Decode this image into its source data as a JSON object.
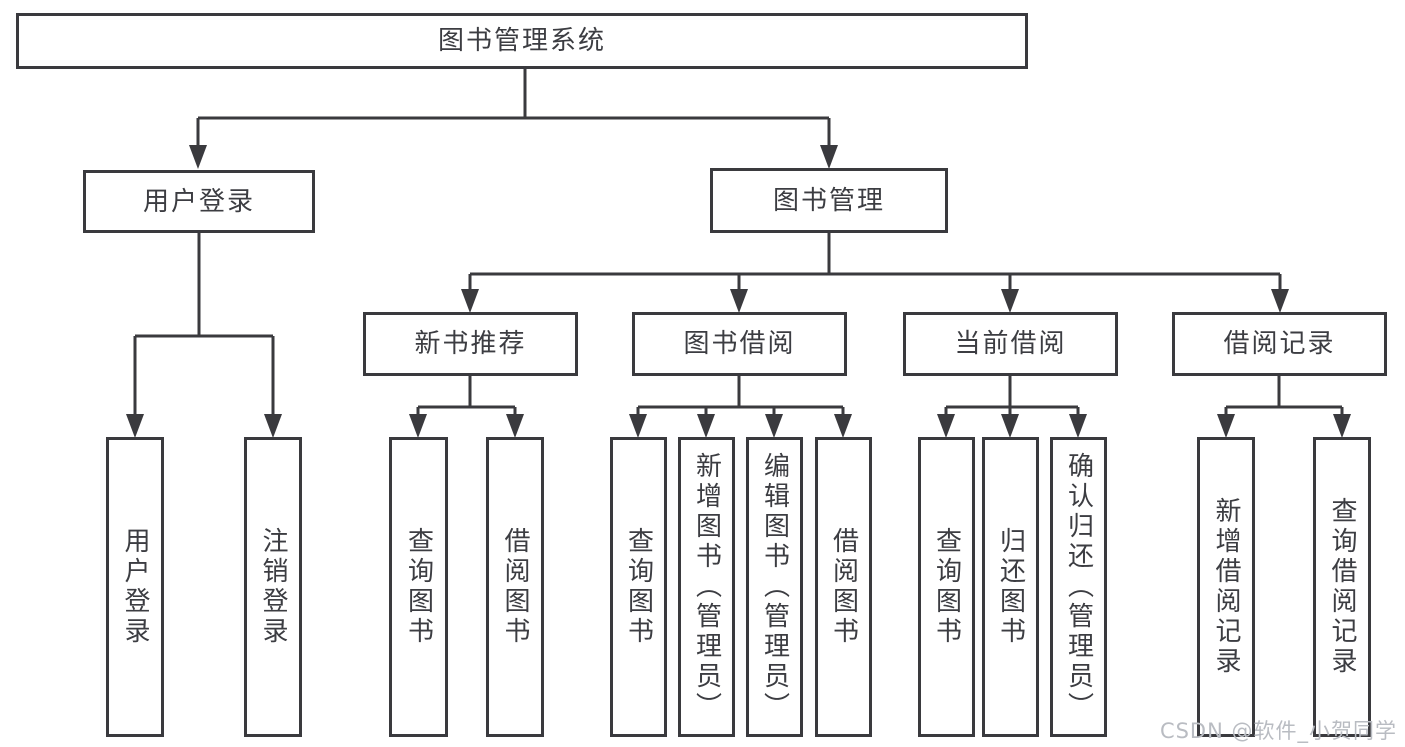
{
  "colors": {
    "line": "#3a3a3e",
    "text": "#3c3d42",
    "watermark": "#b9bcc2"
  },
  "diagram": {
    "root": {
      "label": "图书管理系统"
    },
    "branches": [
      {
        "label": "用户登录",
        "children": [
          {
            "label": "用户登录"
          },
          {
            "label": "注销登录"
          }
        ]
      },
      {
        "label": "图书管理",
        "groups": [
          {
            "label": "新书推荐",
            "children": [
              {
                "label": "查询图书"
              },
              {
                "label": "借阅图书"
              }
            ]
          },
          {
            "label": "图书借阅",
            "children": [
              {
                "label": "查询图书"
              },
              {
                "label": "新增图书（管理员）"
              },
              {
                "label": "编辑图书（管理员）"
              },
              {
                "label": "借阅图书"
              }
            ]
          },
          {
            "label": "当前借阅",
            "children": [
              {
                "label": "查询图书"
              },
              {
                "label": "归还图书"
              },
              {
                "label": "确认归还（管理员）"
              }
            ]
          },
          {
            "label": "借阅记录",
            "children": [
              {
                "label": "新增借阅记录"
              },
              {
                "label": "查询借阅记录"
              }
            ]
          }
        ]
      }
    ],
    "watermark": "CSDN @软件_小贺同学"
  }
}
